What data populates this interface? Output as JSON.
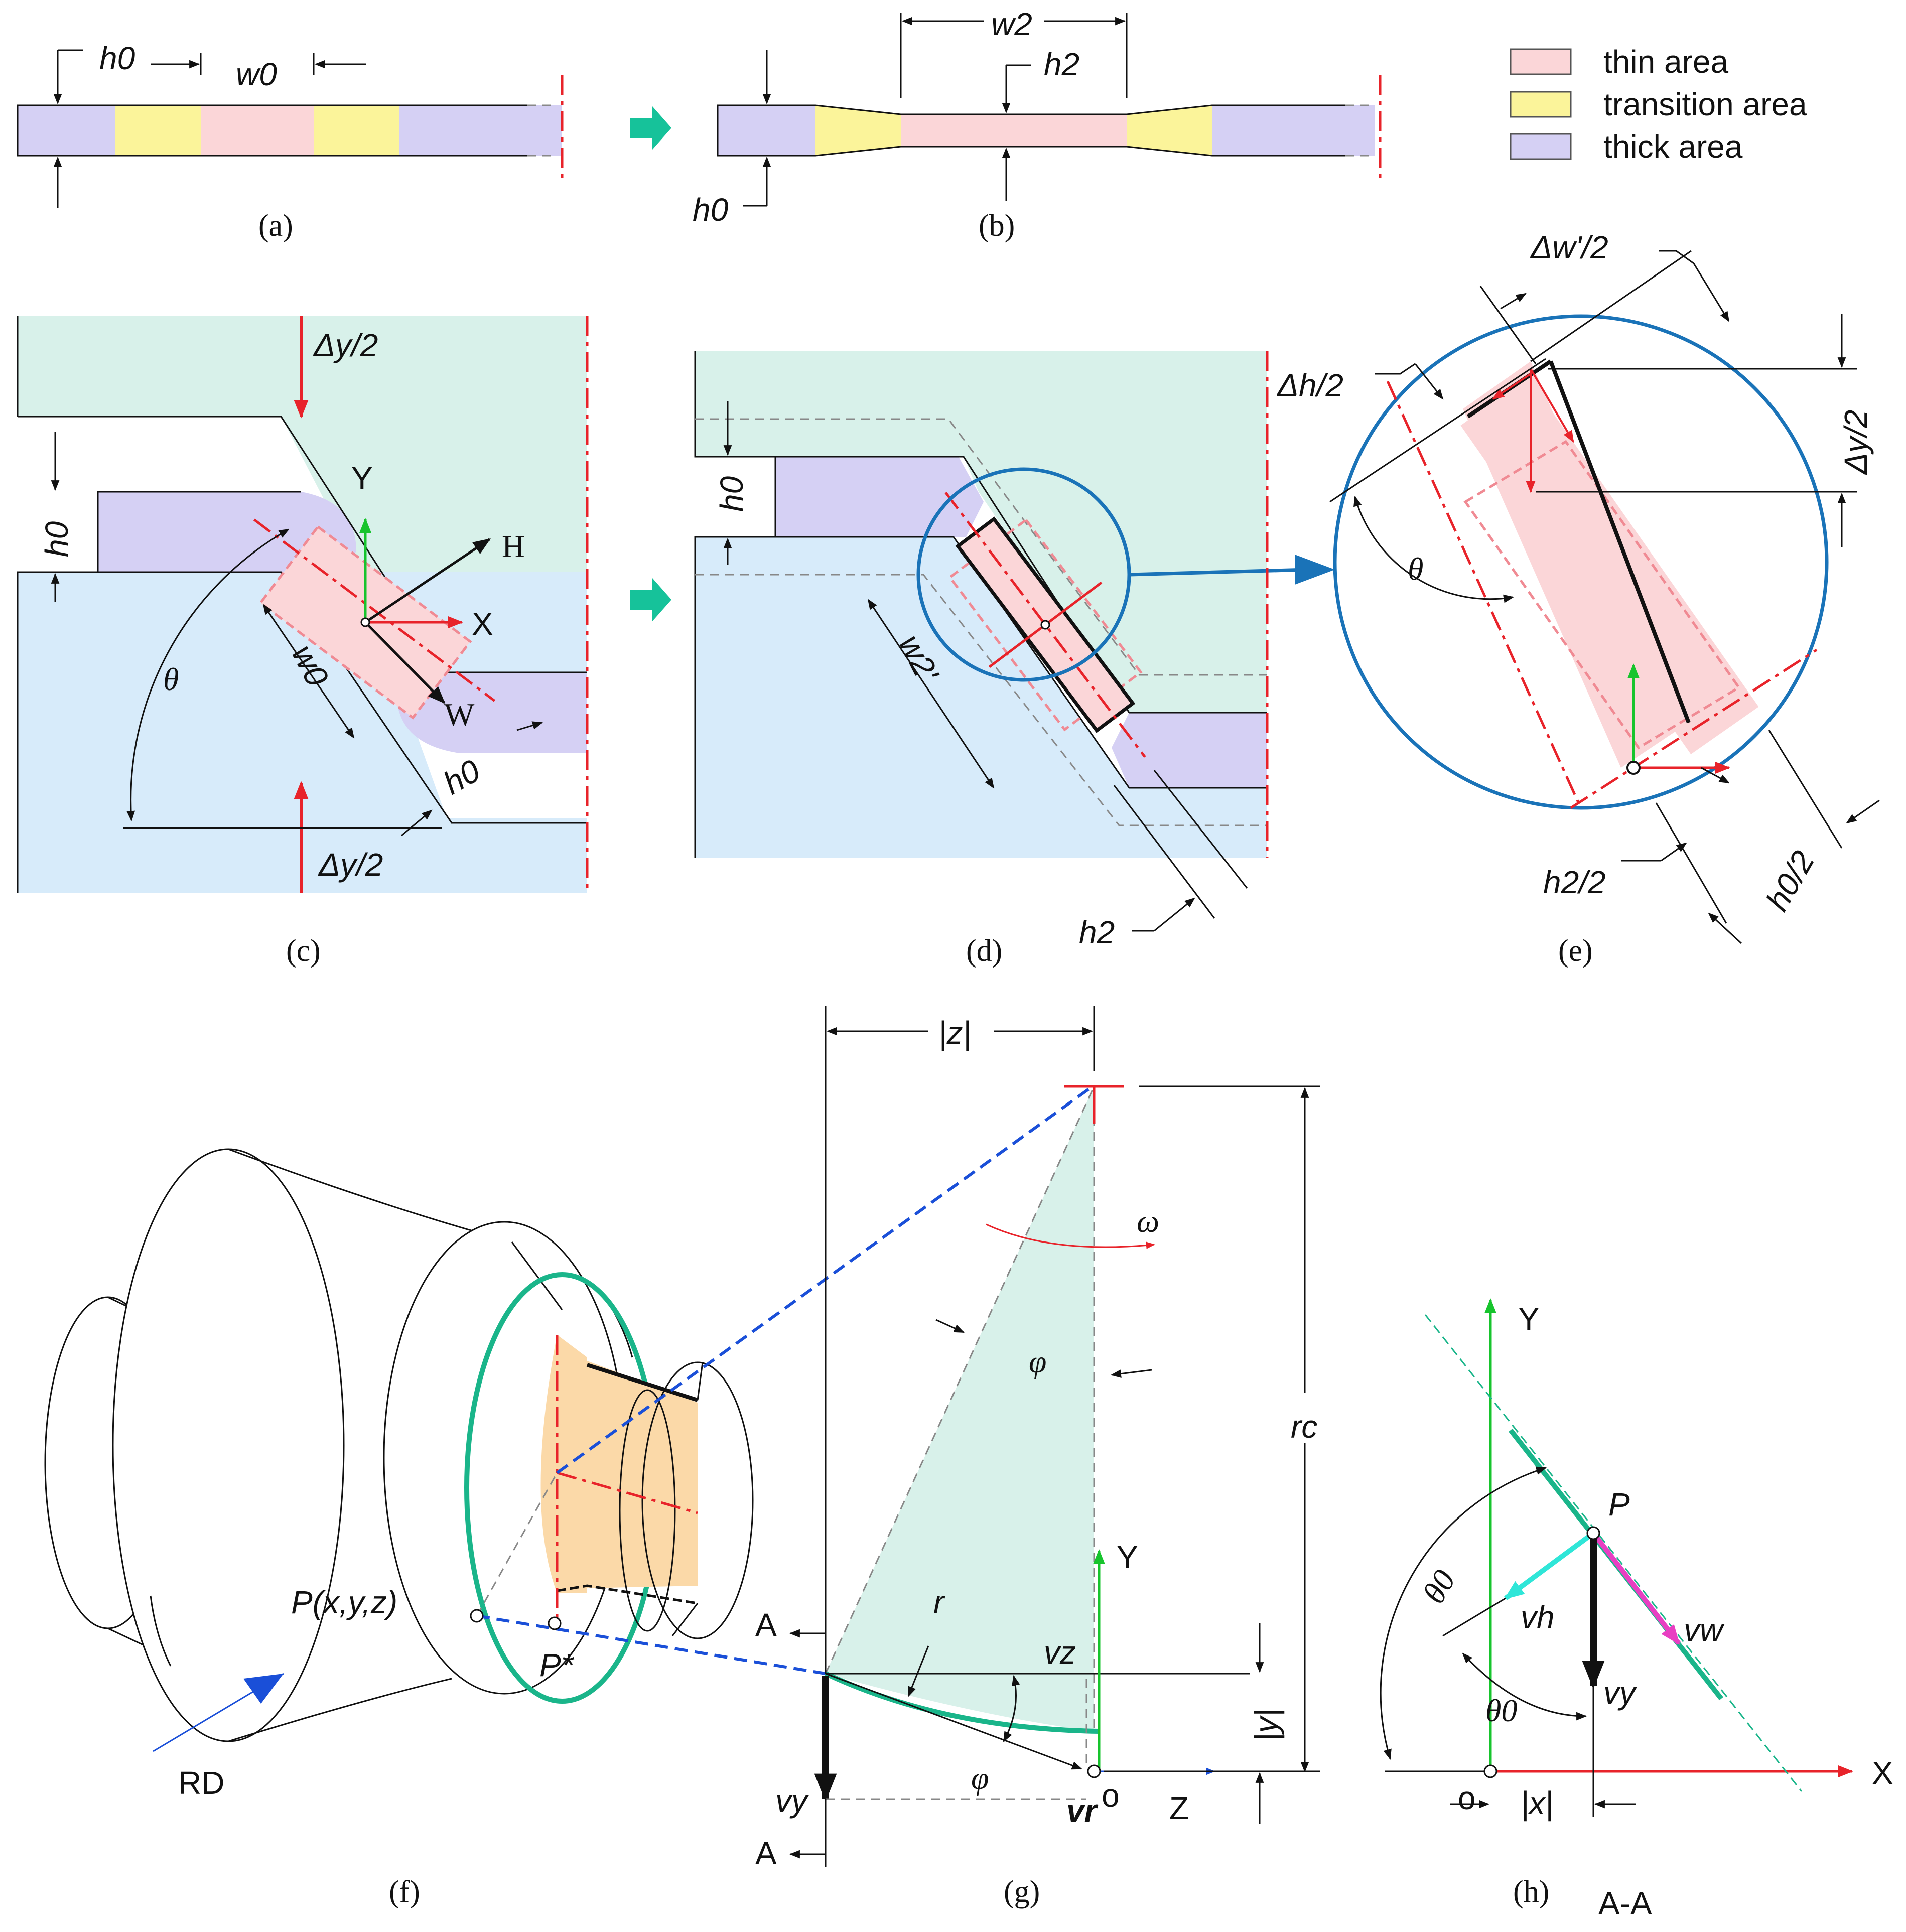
{
  "legend": {
    "items": [
      {
        "label": "thin area",
        "color": "#fbd6d8"
      },
      {
        "label": "transition area",
        "color": "#fbf49a"
      },
      {
        "label": "thick area",
        "color": "#d5d0f4"
      }
    ]
  },
  "colors": {
    "thin": "#fbd6d8",
    "transition": "#fbf49a",
    "thick": "#d5d0f4",
    "die_upper": "#d8f1ea",
    "die_lower": "#d7ebfa",
    "accent_arrow": "#16c29a",
    "circle_blue": "#1a73b8",
    "red": "#e8232a",
    "green": "#17c42d",
    "teal": "#1ab58a",
    "cyan": "#2fe6d8",
    "magenta": "#e83fc2",
    "orange_fill": "#fbd9a8"
  },
  "panels": {
    "a": {
      "caption": "(a)",
      "labels": {
        "h0": "h0",
        "w0": "w0"
      }
    },
    "b": {
      "caption": "(b)",
      "labels": {
        "w2": "w2",
        "h2": "h2",
        "h0": "h0"
      }
    },
    "c": {
      "caption": "(c)",
      "labels": {
        "dy_top": "Δy/2",
        "dy_bottom": "Δy/2",
        "h0_left": "h0",
        "h0_right": "h0",
        "Y": "Y",
        "X": "X",
        "H": "H",
        "W": "W",
        "w0": "w0",
        "theta": "θ"
      }
    },
    "d": {
      "caption": "(d)",
      "labels": {
        "h0": "h0",
        "w2p": "w2'",
        "h2": "h2"
      }
    },
    "e": {
      "caption": "(e)",
      "labels": {
        "dw": "Δw'/2",
        "dh": "Δh/2",
        "dy": "Δy/2",
        "theta": "θ",
        "h2half": "h2/2",
        "h0half": "h0/2"
      }
    },
    "f": {
      "caption": "(f)",
      "labels": {
        "P": "P(x,y,z)",
        "Pstar": "P*",
        "RD": "RD"
      }
    },
    "g": {
      "caption": "(g)",
      "labels": {
        "z": "|z|",
        "omega": "ω",
        "phi": "φ",
        "phi2": "φ",
        "rc": "rc",
        "r": "r",
        "A_top": "A",
        "A_bottom": "A",
        "Y": "Y",
        "vz": "vz",
        "y": "|y|",
        "vy": "vy",
        "vr": "vr",
        "o": "o",
        "Z": "Z"
      }
    },
    "h": {
      "caption": "(h)",
      "section": "A-A",
      "labels": {
        "Y": "Y",
        "P": "P",
        "theta0_a": "θ0",
        "theta0_b": "θ0",
        "vh": "vh",
        "vw": "vw",
        "vy": "vy",
        "o": "o",
        "x": "|x|",
        "X": "X"
      }
    }
  }
}
